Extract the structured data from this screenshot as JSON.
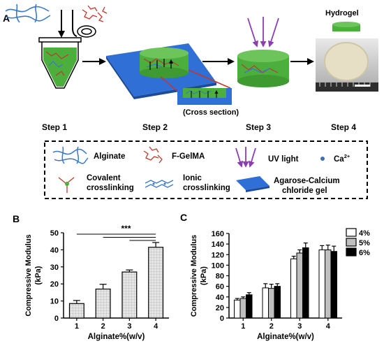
{
  "panels": {
    "a": {
      "letter": "A"
    },
    "b": {
      "letter": "B"
    },
    "c": {
      "letter": "C"
    }
  },
  "schematic": {
    "hydrogel_label": "Hydrogel",
    "cross_section_label": "(Cross section)",
    "steps": [
      "Step 1",
      "Step 2",
      "Step 3",
      "Step 4"
    ],
    "legend": {
      "alginate": "Alginate",
      "fgelma": "F-GelMA",
      "uv_light": "UV light",
      "calcium": "Ca",
      "calcium_sup": "2+",
      "covalent_1": "Covalent",
      "covalent_2": "crosslinking",
      "ionic_1": "Ionic",
      "ionic_2": "crosslinking",
      "agarose_1": "Agarose-Calcium",
      "agarose_2": "chloride gel"
    },
    "colors": {
      "alginate": "#3a79c9",
      "fgelma": "#c0392b",
      "gel_green": "#4caf3d",
      "plate_blue": "#2f6fd6",
      "uv_purple": "#8a3fb0",
      "calcium_blue": "#3c6fb5"
    }
  },
  "chart_data": [
    {
      "type": "bar",
      "panel": "B",
      "categories": [
        "1",
        "2",
        "3",
        "4"
      ],
      "values": [
        8.5,
        17.0,
        27.0,
        41.5
      ],
      "errors": [
        1.8,
        2.8,
        1.2,
        2.8
      ],
      "xlabel": "Alginate%(w/v)",
      "ylabel_1": "Compressive Modulus",
      "ylabel_2": "(kPa)",
      "ylim": [
        0,
        50
      ],
      "yticks": [
        "0",
        "10",
        "20",
        "30",
        "40",
        "50"
      ],
      "significance": "***",
      "bar_fill": "#d9d9d9"
    },
    {
      "type": "bar",
      "panel": "C",
      "categories": [
        "1",
        "2",
        "3",
        "4"
      ],
      "series": [
        {
          "name": "4%",
          "values": [
            34,
            57,
            112,
            129
          ],
          "errors": [
            3,
            8,
            5,
            8
          ],
          "fill": "#ffffff"
        },
        {
          "name": "5%",
          "values": [
            37,
            56,
            123,
            129
          ],
          "errors": [
            3,
            8,
            6,
            9
          ],
          "fill": "#bfbfbf"
        },
        {
          "name": "6%",
          "values": [
            44,
            60,
            133,
            126
          ],
          "errors": [
            4,
            5,
            9,
            10
          ],
          "fill": "#000000"
        }
      ],
      "xlabel": "Alginate%(w/v)",
      "ylabel_1": "Compressive Modulus",
      "ylabel_2": "(kPa)",
      "ylim": [
        0,
        160
      ],
      "yticks": [
        "0",
        "20",
        "40",
        "60",
        "80",
        "100",
        "120",
        "140",
        "160"
      ]
    }
  ]
}
